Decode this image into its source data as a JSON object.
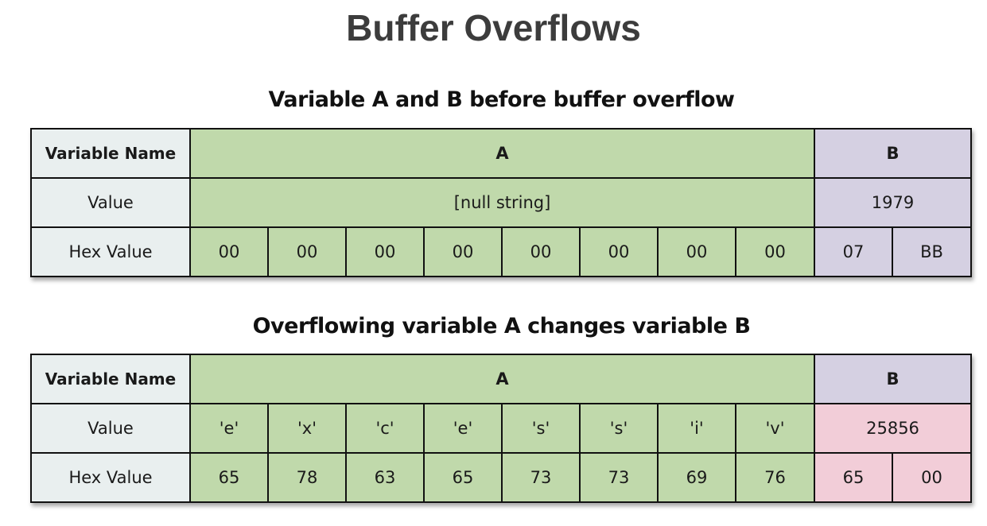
{
  "title": "Buffer Overflows",
  "colors": {
    "a_fill": "#c0d9ab",
    "b_fill": "#d5d0e2",
    "b_changed_fill": "#f2cdd8",
    "label_fill": "#e9efef"
  },
  "before": {
    "heading": "Variable A and B before buffer overflow",
    "row_labels": {
      "name": "Variable Name",
      "value": "Value",
      "hex": "Hex Value"
    },
    "a": {
      "name": "A",
      "value": "[null string]",
      "hex": [
        "00",
        "00",
        "00",
        "00",
        "00",
        "00",
        "00",
        "00"
      ]
    },
    "b": {
      "name": "B",
      "value": "1979",
      "hex": [
        "07",
        "BB"
      ]
    }
  },
  "after": {
    "heading": "Overflowing variable A changes variable B",
    "row_labels": {
      "name": "Variable Name",
      "value": "Value",
      "hex": "Hex Value"
    },
    "a": {
      "name": "A",
      "values": [
        "'e'",
        "'x'",
        "'c'",
        "'e'",
        "'s'",
        "'s'",
        "'i'",
        "'v'"
      ],
      "hex": [
        "65",
        "78",
        "63",
        "65",
        "73",
        "73",
        "69",
        "76"
      ]
    },
    "b": {
      "name": "B",
      "value": "25856",
      "hex": [
        "65",
        "00"
      ]
    }
  }
}
